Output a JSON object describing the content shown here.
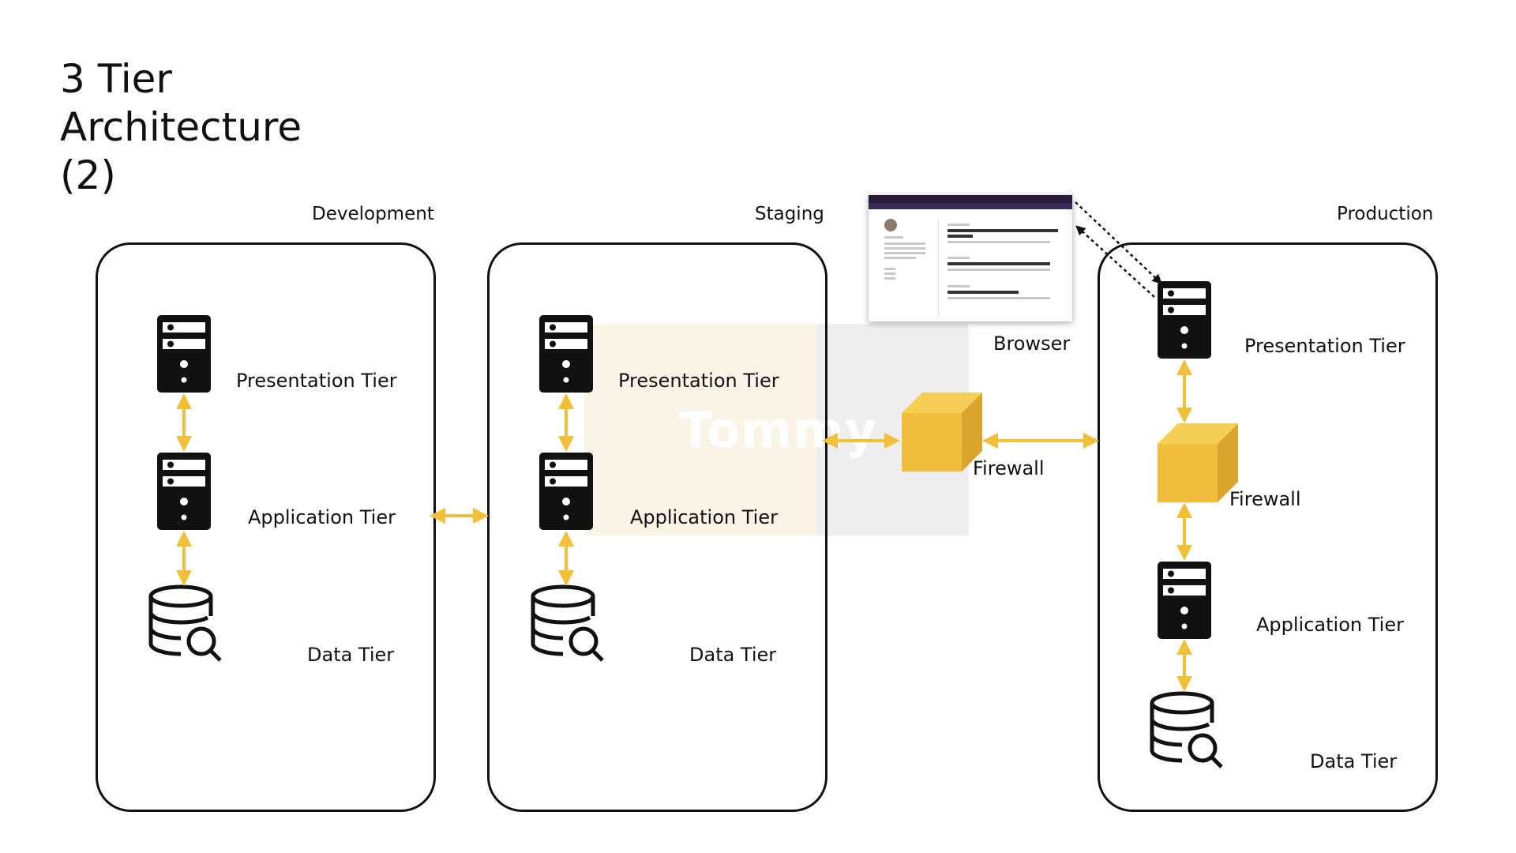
{
  "title": {
    "line1": "3 Tier",
    "line2": "Architecture",
    "line3": "(2)"
  },
  "sections": {
    "development": "Development",
    "staging": "Staging",
    "production": "Production"
  },
  "tiers": {
    "presentation": "Presentation Tier",
    "application": "Application Tier",
    "data": "Data Tier"
  },
  "firewall": "Firewall",
  "browser": "Browser",
  "watermark": "Tommy",
  "colors": {
    "arrow": "#f2c038",
    "cube": "#f0bd3c",
    "cube_dark": "#d9a52c",
    "stroke": "#111111"
  },
  "icons": {
    "server": "server-icon",
    "database": "database-search-icon",
    "firewall": "cube-icon"
  }
}
